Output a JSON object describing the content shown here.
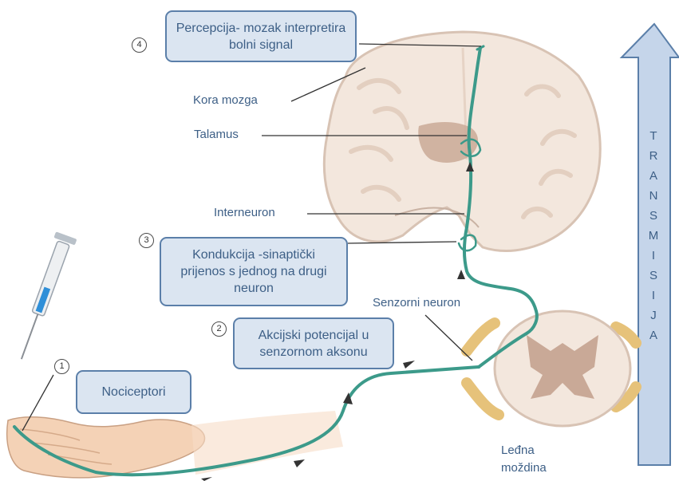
{
  "steps": [
    {
      "number": "1",
      "text": "Nociceptori"
    },
    {
      "number": "2",
      "text": "Akcijski potencijal u senzornom aksonu"
    },
    {
      "number": "3",
      "text": "Kondukcija -sinaptički prijenos s jednog na drugi neuron"
    },
    {
      "number": "4",
      "text": "Percepcija- mozak interpretira bolni signal"
    }
  ],
  "labels": {
    "cortex": "Kora mozga",
    "thalamus": "Talamus",
    "interneuron": "Interneuron",
    "sensory_neuron": "Senzorni neuron",
    "spinal_cord_1": "Leđna",
    "spinal_cord_2": "moždina"
  },
  "transmission": [
    "T",
    "R",
    "A",
    "N",
    "S",
    "M",
    "I",
    "S",
    "I",
    "J",
    "A"
  ],
  "colors": {
    "box_fill": "#dbe5f1",
    "box_border": "#5b7fa9",
    "text": "#3d5f86",
    "nerve": "#3c9a8a",
    "arrow_fill": "#c5d5ea"
  }
}
